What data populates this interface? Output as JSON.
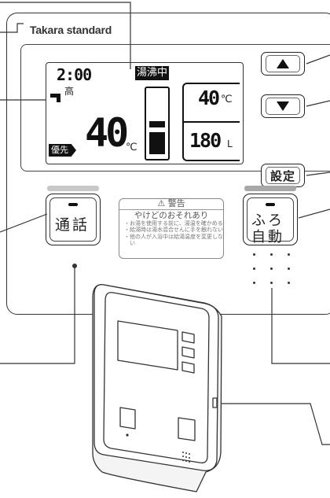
{
  "brand": "Takara standard",
  "display": {
    "clock": "2:00",
    "status_badge": "湯沸中",
    "level_label": "高",
    "priority_badge": "優先",
    "set_temperature": "40",
    "set_temperature_unit": "℃",
    "bath_temperature": "40",
    "bath_temperature_unit": "℃",
    "bath_volume": "180",
    "bath_volume_unit": "L",
    "gauge_segments_lit": 2
  },
  "buttons": {
    "up_icon": "triangle-up-icon",
    "down_icon": "triangle-down-icon",
    "setting_label": "設定",
    "call_label": "通話",
    "auto_bath_line1": "ふろ",
    "auto_bath_line2": "自動"
  },
  "warning": {
    "header": "⚠ 警告",
    "title": "やけどのおそれあり",
    "items": [
      "・お湯を使用する前に、湯温を確かめる",
      "・給湯時は湯水混合せんに手を触れない",
      "・他の人が入浴中は給湯温度を変更しない"
    ]
  },
  "colors": {
    "indicator_gray": "#c8c8c8",
    "indicator_dark_gray": "#a8a8a8",
    "line": "#333333"
  }
}
